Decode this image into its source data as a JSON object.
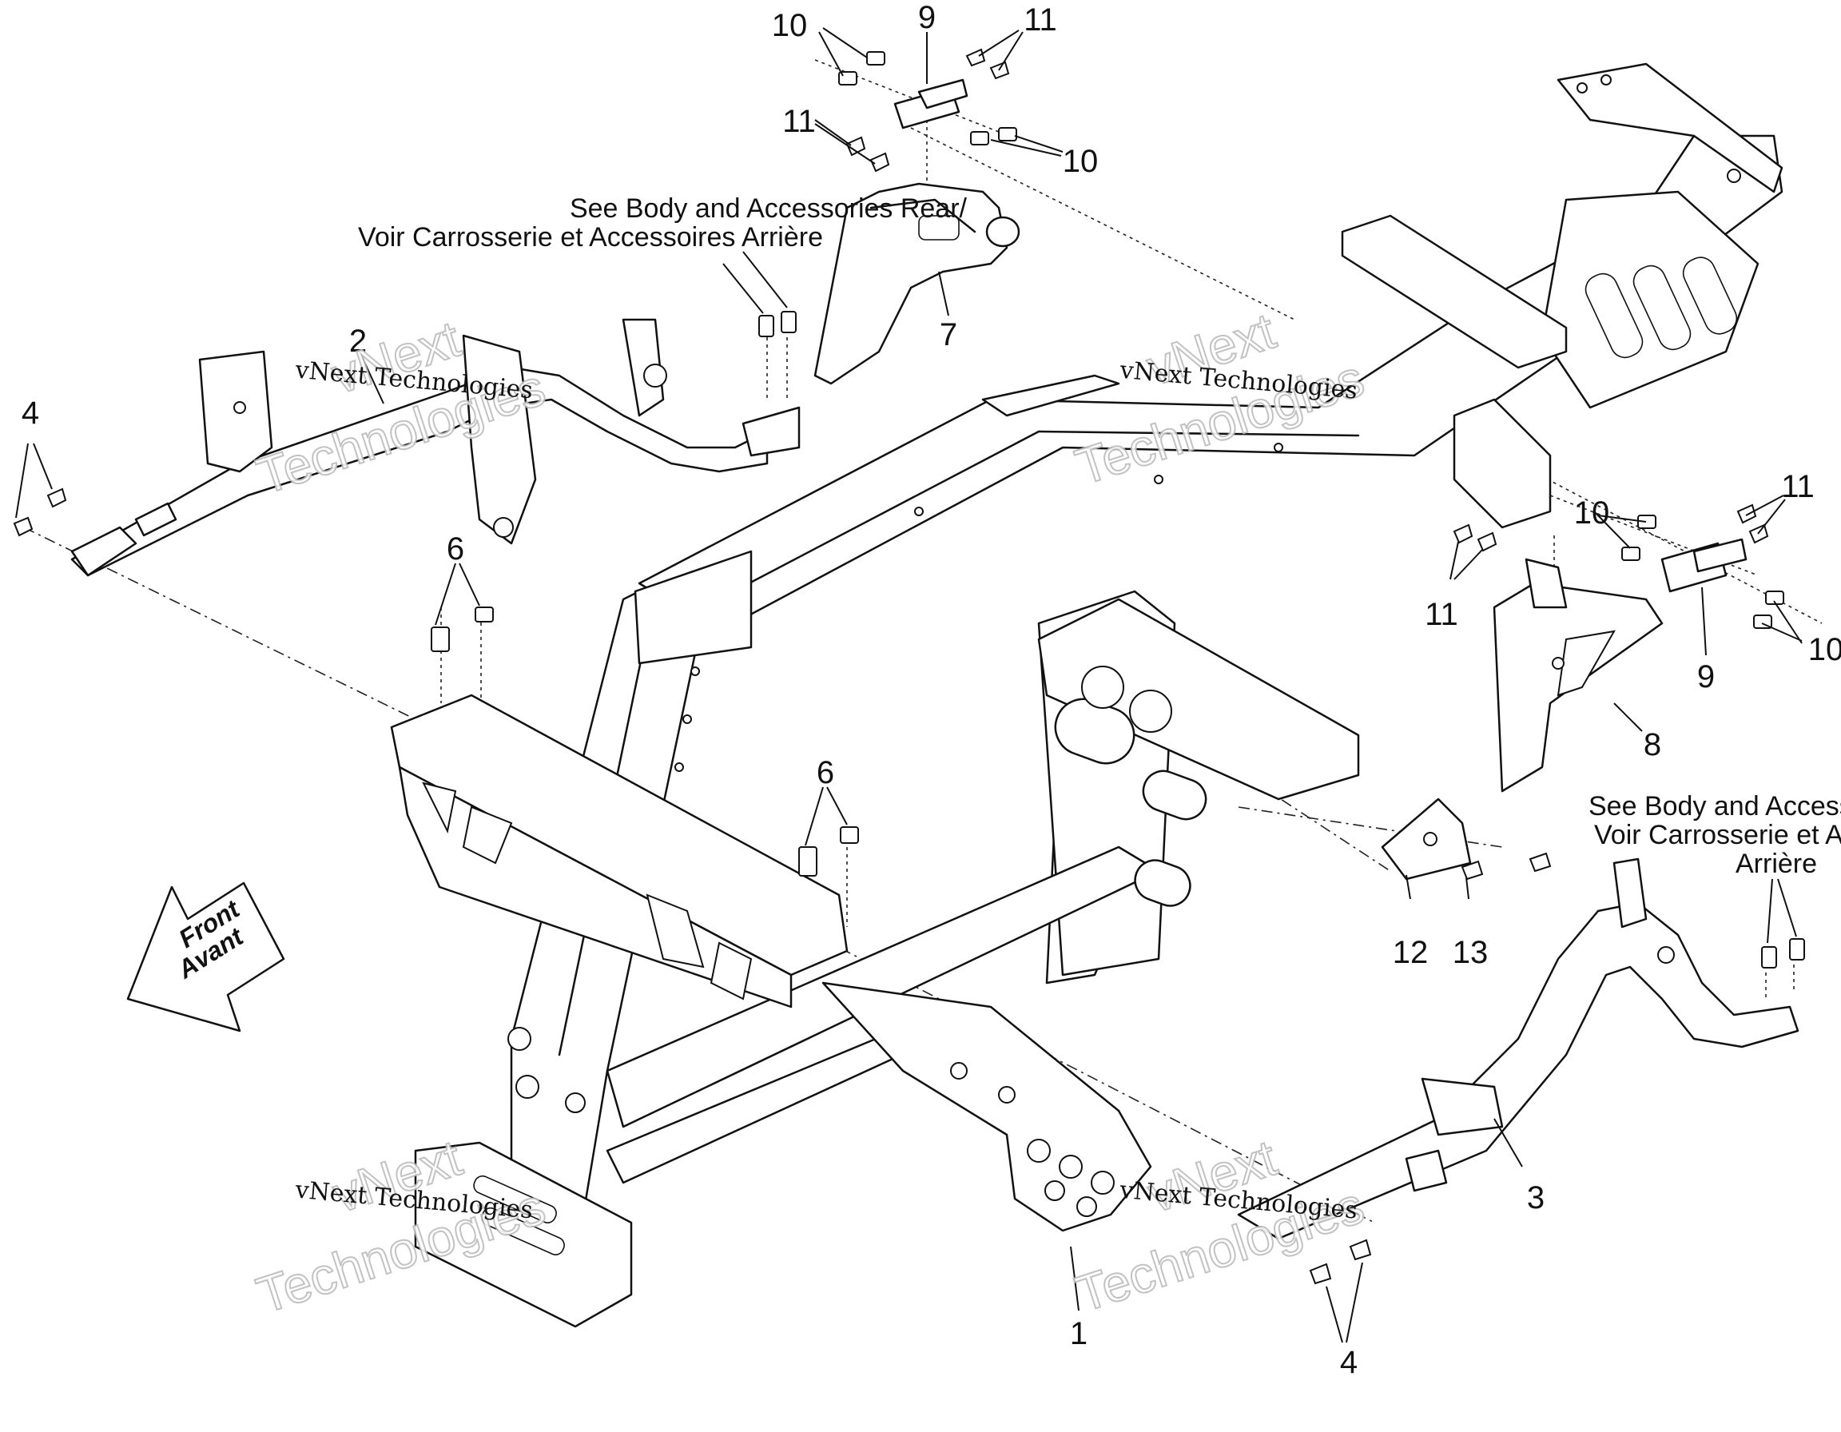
{
  "callouts": [
    {
      "id": "c1",
      "label": "1"
    },
    {
      "id": "c2",
      "label": "2"
    },
    {
      "id": "c3",
      "label": "3"
    },
    {
      "id": "c4a",
      "label": "4"
    },
    {
      "id": "c4b",
      "label": "4"
    },
    {
      "id": "c6a",
      "label": "6"
    },
    {
      "id": "c6b",
      "label": "6"
    },
    {
      "id": "c7",
      "label": "7"
    },
    {
      "id": "c8",
      "label": "8"
    },
    {
      "id": "c9a",
      "label": "9"
    },
    {
      "id": "c9b",
      "label": "9"
    },
    {
      "id": "c10a",
      "label": "10"
    },
    {
      "id": "c10b",
      "label": "10"
    },
    {
      "id": "c10c",
      "label": "10"
    },
    {
      "id": "c10d",
      "label": "10"
    },
    {
      "id": "c11a",
      "label": "11"
    },
    {
      "id": "c11b",
      "label": "11"
    },
    {
      "id": "c11c",
      "label": "11"
    },
    {
      "id": "c11d",
      "label": "11"
    },
    {
      "id": "c12",
      "label": "12"
    },
    {
      "id": "c13",
      "label": "13"
    }
  ],
  "notes": {
    "rear_left": [
      "See Body and Accessories Rear/",
      "Voir Carrosserie et Accessoires Arrière"
    ],
    "rear_right": [
      "See Body and Accesso",
      "Voir Carrosserie et Ac",
      "Arrière"
    ]
  },
  "direction_arrow": [
    "Front",
    "Avant"
  ],
  "watermark": {
    "small": "vNext Technologies",
    "large_top": "vNext",
    "large_bottom": "Technologies"
  }
}
